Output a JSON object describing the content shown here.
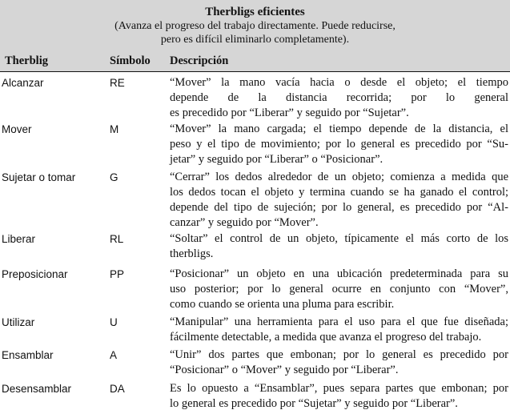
{
  "table": {
    "title": "Therbligs eficientes",
    "subtitle_lines": [
      "(Avanza el progreso del trabajo directamente. Puede reducirse,",
      "pero es difícil eliminarlo completamente)."
    ],
    "headers": {
      "therblig": "Therblig",
      "symbol": "Símbolo",
      "description": "Descripción"
    },
    "rows": [
      {
        "name": "Alcanzar",
        "symbol": "RE",
        "lines": [
          "“Mover” la mano vacía hacia o desde el objeto; el tiempo",
          "depende de la distancia recorrida; por lo general",
          "es precedido por “Liberar” y seguido por “Sujetar”."
        ]
      },
      {
        "name": "Mover",
        "symbol": "M",
        "lines": [
          "“Mover” la mano cargada; el tiempo depende de la distancia, el",
          "peso y el tipo de movimiento; por lo general es precedido por “Su-",
          "jetar” y seguido por “Liberar” o “Posicionar”."
        ]
      },
      {
        "name": "Sujetar o tomar",
        "symbol": "G",
        "lines": [
          "“Cerrar” los dedos alrededor de un objeto; comienza a medida que",
          "los dedos tocan el objeto y termina cuando se ha ganado el control;",
          "depende del tipo de sujeción; por lo general, es precedido por “Al-",
          "canzar” y seguido por “Mover”."
        ]
      },
      {
        "name": "Liberar",
        "symbol": "RL",
        "lines": [
          "“Soltar” el control de un objeto, típicamente el más corto de los",
          "therbligs."
        ]
      },
      {
        "name": "Preposicionar",
        "symbol": "PP",
        "lines": [
          "“Posicionar” un objeto en una ubicación predeterminada para su",
          "uso posterior; por lo general ocurre en conjunto con “Mover”,",
          "como cuando se orienta una pluma para escribir."
        ]
      },
      {
        "name": "Utilizar",
        "symbol": "U",
        "lines": [
          "“Manipular” una herramienta para el uso para el que fue diseñada;",
          "fácilmente detectable, a medida que avanza el progreso del trabajo."
        ]
      },
      {
        "name": "Ensamblar",
        "symbol": "A",
        "lines": [
          "“Unir” dos partes que embonan; por lo general es precedido por",
          "“Posicionar” o “Mover” y seguido por “Liberar”."
        ]
      },
      {
        "name": "Desensamblar",
        "symbol": "DA",
        "lines": [
          "Es lo opuesto a “Ensamblar”, pues separa partes que embonan; por",
          "lo general es precedido por “Sujetar” y seguido por “Liberar”."
        ]
      }
    ]
  }
}
